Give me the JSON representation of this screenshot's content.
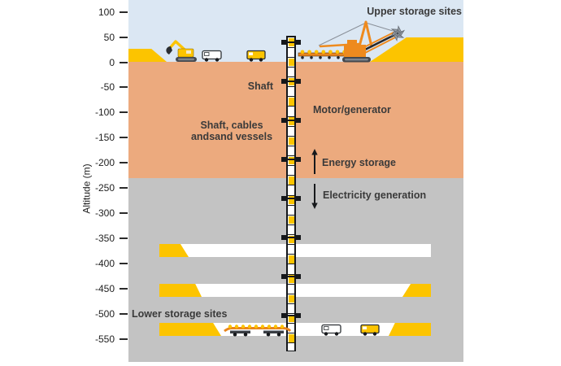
{
  "axis": {
    "title": "Altitude (m)",
    "tick_values": [
      100,
      50,
      0,
      -50,
      -100,
      -150,
      -200,
      -250,
      -300,
      -350,
      -400,
      -450,
      -500,
      -550
    ]
  },
  "labels": {
    "upper_storage_sites": "Upper storage sites",
    "shaft": "Shaft",
    "motor_generator": "Motor/generator",
    "shaft_cables_line1": "Shaft, cables",
    "shaft_cables_line2": "andsand vessels",
    "energy_storage": "Energy storage",
    "electricity_generation": "Electricity generation",
    "lower_storage_sites": "Lower storage sites"
  },
  "colors": {
    "sky": "#dbe7f3",
    "upper_rock": "#ecaa7e",
    "lower_rock": "#c3c3c3",
    "storage_yellow": "#fcc400",
    "machine_orange": "#ee8a1e",
    "bucket_wheel_gray": "#9aa2ab",
    "text": "#3a3a3a",
    "shaft_outline": "#15171a"
  },
  "scene": {
    "approx_surface_altitude_m": 5,
    "approx_rock_boundary_altitude_m": -230,
    "approx_tunnel_altitudes_m": [
      -375,
      -455,
      -530
    ],
    "approx_shaft_bottom_altitude_m": -575,
    "icons": [
      "excavator-icon",
      "van-icon",
      "box-truck-icon",
      "conveyor-icon",
      "bucket-wheel-excavator-icon",
      "mine-cart-train-icon",
      "up-arrow-icon",
      "down-arrow-icon"
    ]
  }
}
